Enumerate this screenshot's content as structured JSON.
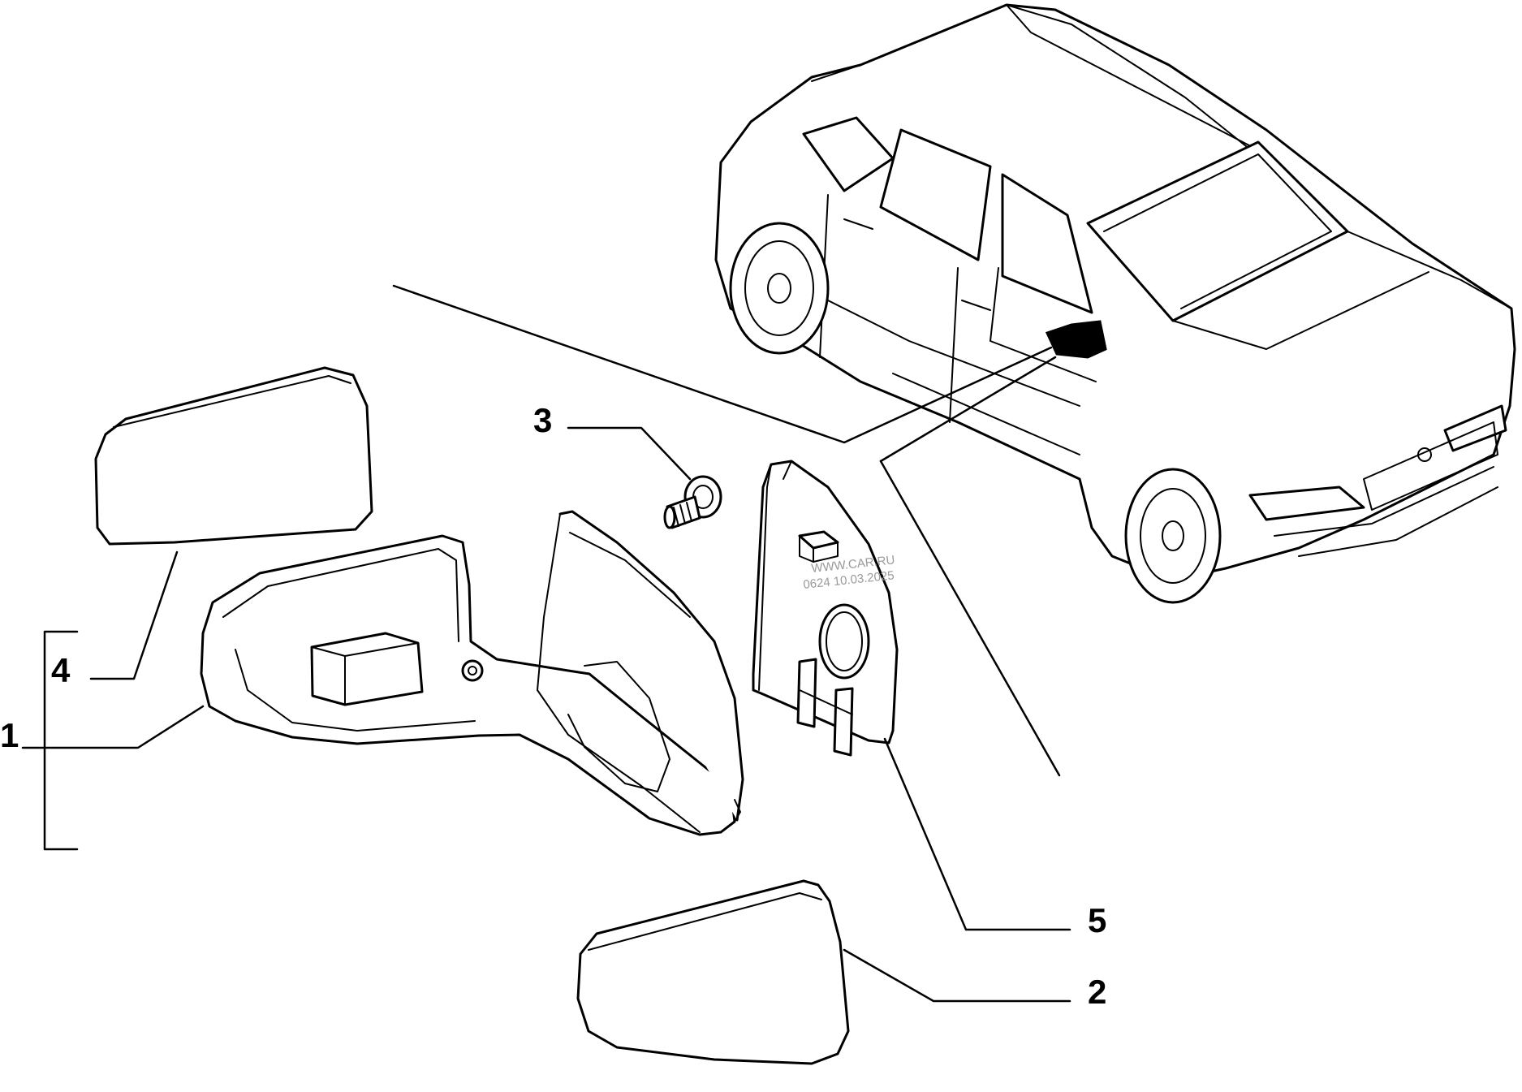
{
  "callouts": [
    {
      "id": "1",
      "label": "1"
    },
    {
      "id": "2",
      "label": "2"
    },
    {
      "id": "3",
      "label": "3"
    },
    {
      "id": "4",
      "label": "4"
    },
    {
      "id": "5",
      "label": "5"
    }
  ],
  "watermark": {
    "line1": "WWW.CAR.RU",
    "line2": "0624 10.03.2025"
  },
  "colors": {
    "ink": "#000000",
    "paper": "#ffffff",
    "watermark": "#9a9a9a"
  }
}
